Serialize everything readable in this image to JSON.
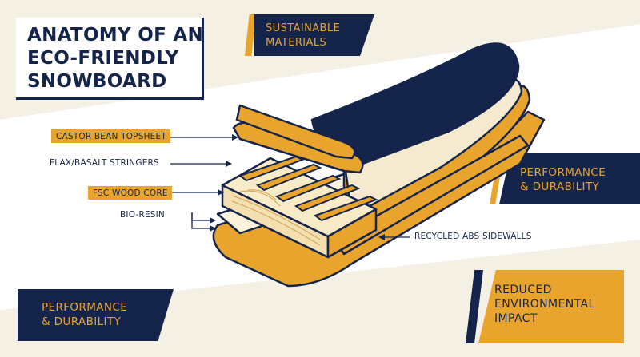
{
  "title": {
    "line1": "ANATOMY OF AN",
    "line2": "ECO-FRIENDLY",
    "line3": "SNOWBOARD"
  },
  "panels": {
    "sustainable": {
      "line1": "SUSTAINABLE",
      "line2": "MATERIALS"
    },
    "performance_right": {
      "line1": "PERFORMANCE",
      "line2": "& DURABILITY"
    },
    "performance_left": {
      "line1": "PERFORMANCE",
      "line2": "& DURABILITY"
    },
    "reduced": {
      "line1": "REDUCED",
      "line2": "ENVIRONMENTAL",
      "line3": "IMPACT"
    }
  },
  "layers": {
    "topsheet": "CASTOR BEAN TOPSHEET",
    "stringers": "FLAX/BASALT STRINGERS",
    "core": "FSC WOOD CORE",
    "resin": "BIO-RESIN",
    "sidewalls": "RECYCLED ABS SIDEWALLS"
  },
  "colors": {
    "navy": "#14244a",
    "gold": "#e9a42d",
    "cream": "#f5f0e4",
    "wood": "#f3dfb0"
  }
}
